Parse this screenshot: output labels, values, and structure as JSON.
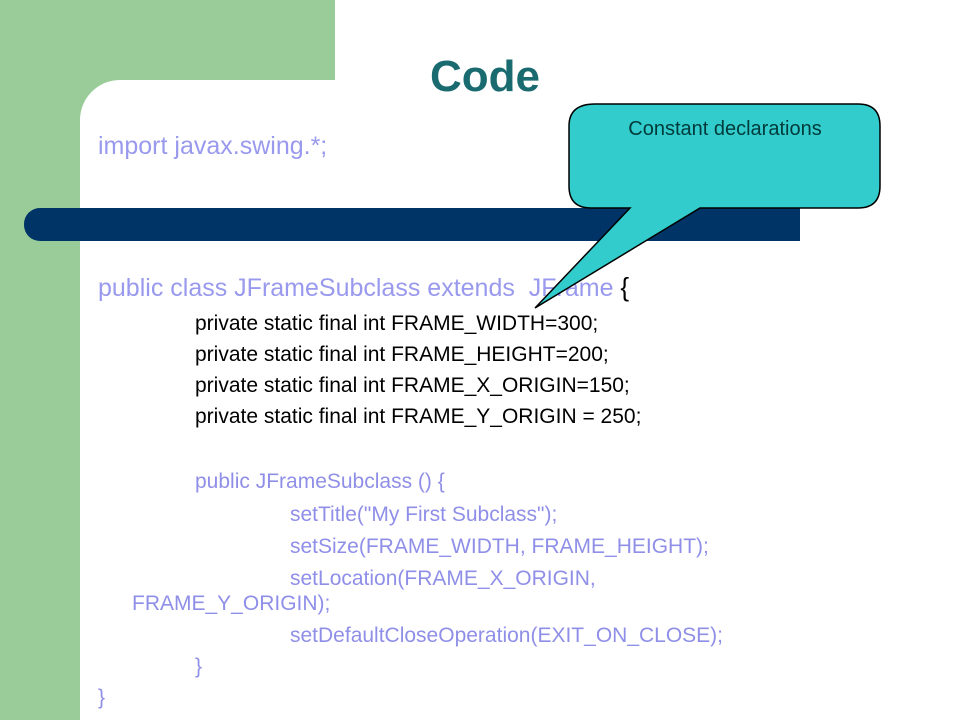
{
  "slide": {
    "title": "Code",
    "callout": "Constant declarations",
    "code": {
      "import_line": "import javax.swing.*;",
      "class_decl": "public class JFrameSubclass extends  JFrame ",
      "class_open_brace": "{",
      "constants": [
        "private static final int FRAME_WIDTH=300;",
        "private static final int FRAME_HEIGHT=200;",
        "private static final int FRAME_X_ORIGIN=150;",
        "private static final int FRAME_Y_ORIGIN = 250;"
      ],
      "constructor": "public JFrameSubclass () {",
      "body": [
        "setTitle(\"My First Subclass\");",
        "setSize(FRAME_WIDTH, FRAME_HEIGHT);",
        "setLocation(FRAME_X_ORIGIN,",
        "FRAME_Y_ORIGIN);",
        "setDefaultCloseOperation(EXIT_ON_CLOSE);"
      ],
      "constructor_close": "}",
      "class_close": "}"
    }
  },
  "colors": {
    "green_panel": "#99cc99",
    "bar": "#003366",
    "title": "#1a6b70",
    "code_light": "#9999ee",
    "callout_fill": "#33cccc"
  }
}
